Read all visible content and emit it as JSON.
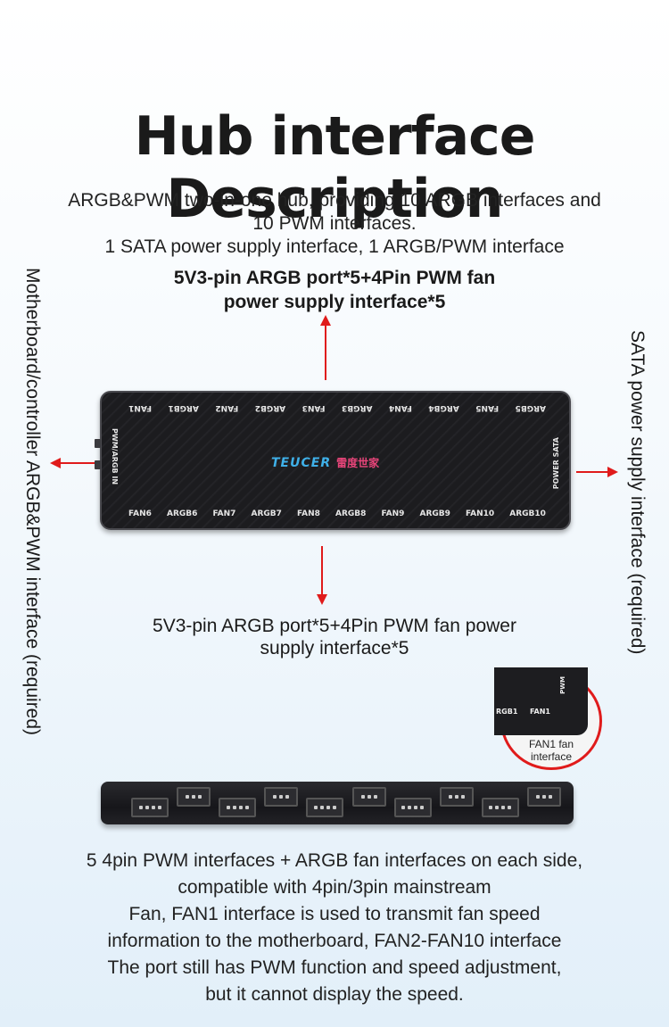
{
  "title": "Hub interface Description",
  "subtitle": {
    "line1": "ARGB&PWM two-in-one hub, providing 10 ARGB interfaces and",
    "line2": "10 PWM interfaces.",
    "line3": "1 SATA power supply interface, 1 ARGB/PWM interface"
  },
  "top_label": {
    "line1": "5V3-pin ARGB port*5+4Pin PWM fan",
    "line2": "power supply interface*5"
  },
  "bottom_label": {
    "line1": "5V3-pin ARGB port*5+4Pin PWM fan power",
    "line2": "supply interface*5"
  },
  "left_label": "Motherboard/controller ARGB&PWM interface (required)",
  "right_label": "SATA power supply interface (required)",
  "hub": {
    "top_ports": [
      "FAN1",
      "ARGB1",
      "FAN2",
      "ARGB2",
      "FAN3",
      "ARGB3",
      "FAN4",
      "ARGB4",
      "FAN5",
      "ARGB5"
    ],
    "bottom_ports": [
      "FAN6",
      "ARGB6",
      "FAN7",
      "ARGB7",
      "FAN8",
      "ARGB8",
      "FAN9",
      "ARGB9",
      "FAN10",
      "ARGB10"
    ],
    "left_port": "PWM/ARGB IN",
    "right_port": "POWER SATA",
    "logo_en": "TEUCER",
    "logo_cn": "雷度世家"
  },
  "zoom": {
    "label_a": "RGB1",
    "label_b": "FAN1",
    "label_c": "PWM",
    "caption_line1": "FAN1 fan",
    "caption_line2": "interface"
  },
  "description": {
    "line1": "5 4pin PWM interfaces + ARGB fan interfaces on each side,",
    "line2": "compatible with 4pin/3pin mainstream",
    "line3": "Fan, FAN1 interface is used to transmit fan speed",
    "line4": "information to the motherboard, FAN2-FAN10 interface",
    "line5": "The port still has PWM function and speed adjustment,",
    "line6": "but it cannot display the speed."
  },
  "colors": {
    "arrow": "#e01b1b",
    "hub_body": "#1c1c1f",
    "logo_en": "#3fb0e8",
    "logo_cn": "#e8457a"
  }
}
